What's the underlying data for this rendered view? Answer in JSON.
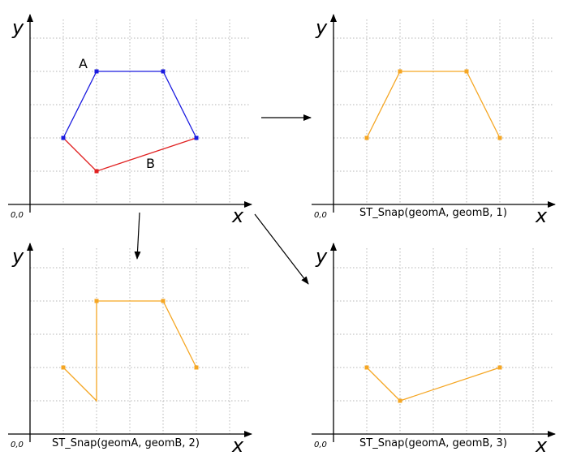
{
  "colors": {
    "geomA": "#1a1adf",
    "geomB": "#e02020",
    "result": "#f5a623",
    "axis": "#000000",
    "grid": "#b5b5b5"
  },
  "axis_labels": {
    "x": "x",
    "y": "y",
    "origin": "0,0"
  },
  "panels": [
    {
      "id": "input",
      "caption": "",
      "point_labels": {
        "A": "A",
        "B": "B"
      },
      "geomA": [
        [
          1,
          2
        ],
        [
          2,
          4
        ],
        [
          4,
          4
        ],
        [
          5,
          2
        ]
      ],
      "geomB": [
        [
          1,
          2
        ],
        [
          2,
          1
        ],
        [
          5,
          2
        ]
      ]
    },
    {
      "id": "tolerance-1",
      "caption": "ST_Snap(geomA, geomB, 1)",
      "result": [
        [
          1,
          2
        ],
        [
          2,
          4
        ],
        [
          4,
          4
        ],
        [
          5,
          2
        ]
      ]
    },
    {
      "id": "tolerance-2",
      "caption": "ST_Snap(geomA, geomB, 2)",
      "result": [
        [
          1,
          2
        ],
        [
          2,
          1
        ],
        [
          2,
          4
        ],
        [
          4,
          4
        ],
        [
          5,
          2
        ]
      ]
    },
    {
      "id": "tolerance-3",
      "caption": "ST_Snap(geomA, geomB, 3)",
      "result": [
        [
          1,
          2
        ],
        [
          2,
          1
        ],
        [
          5,
          2
        ]
      ]
    }
  ]
}
